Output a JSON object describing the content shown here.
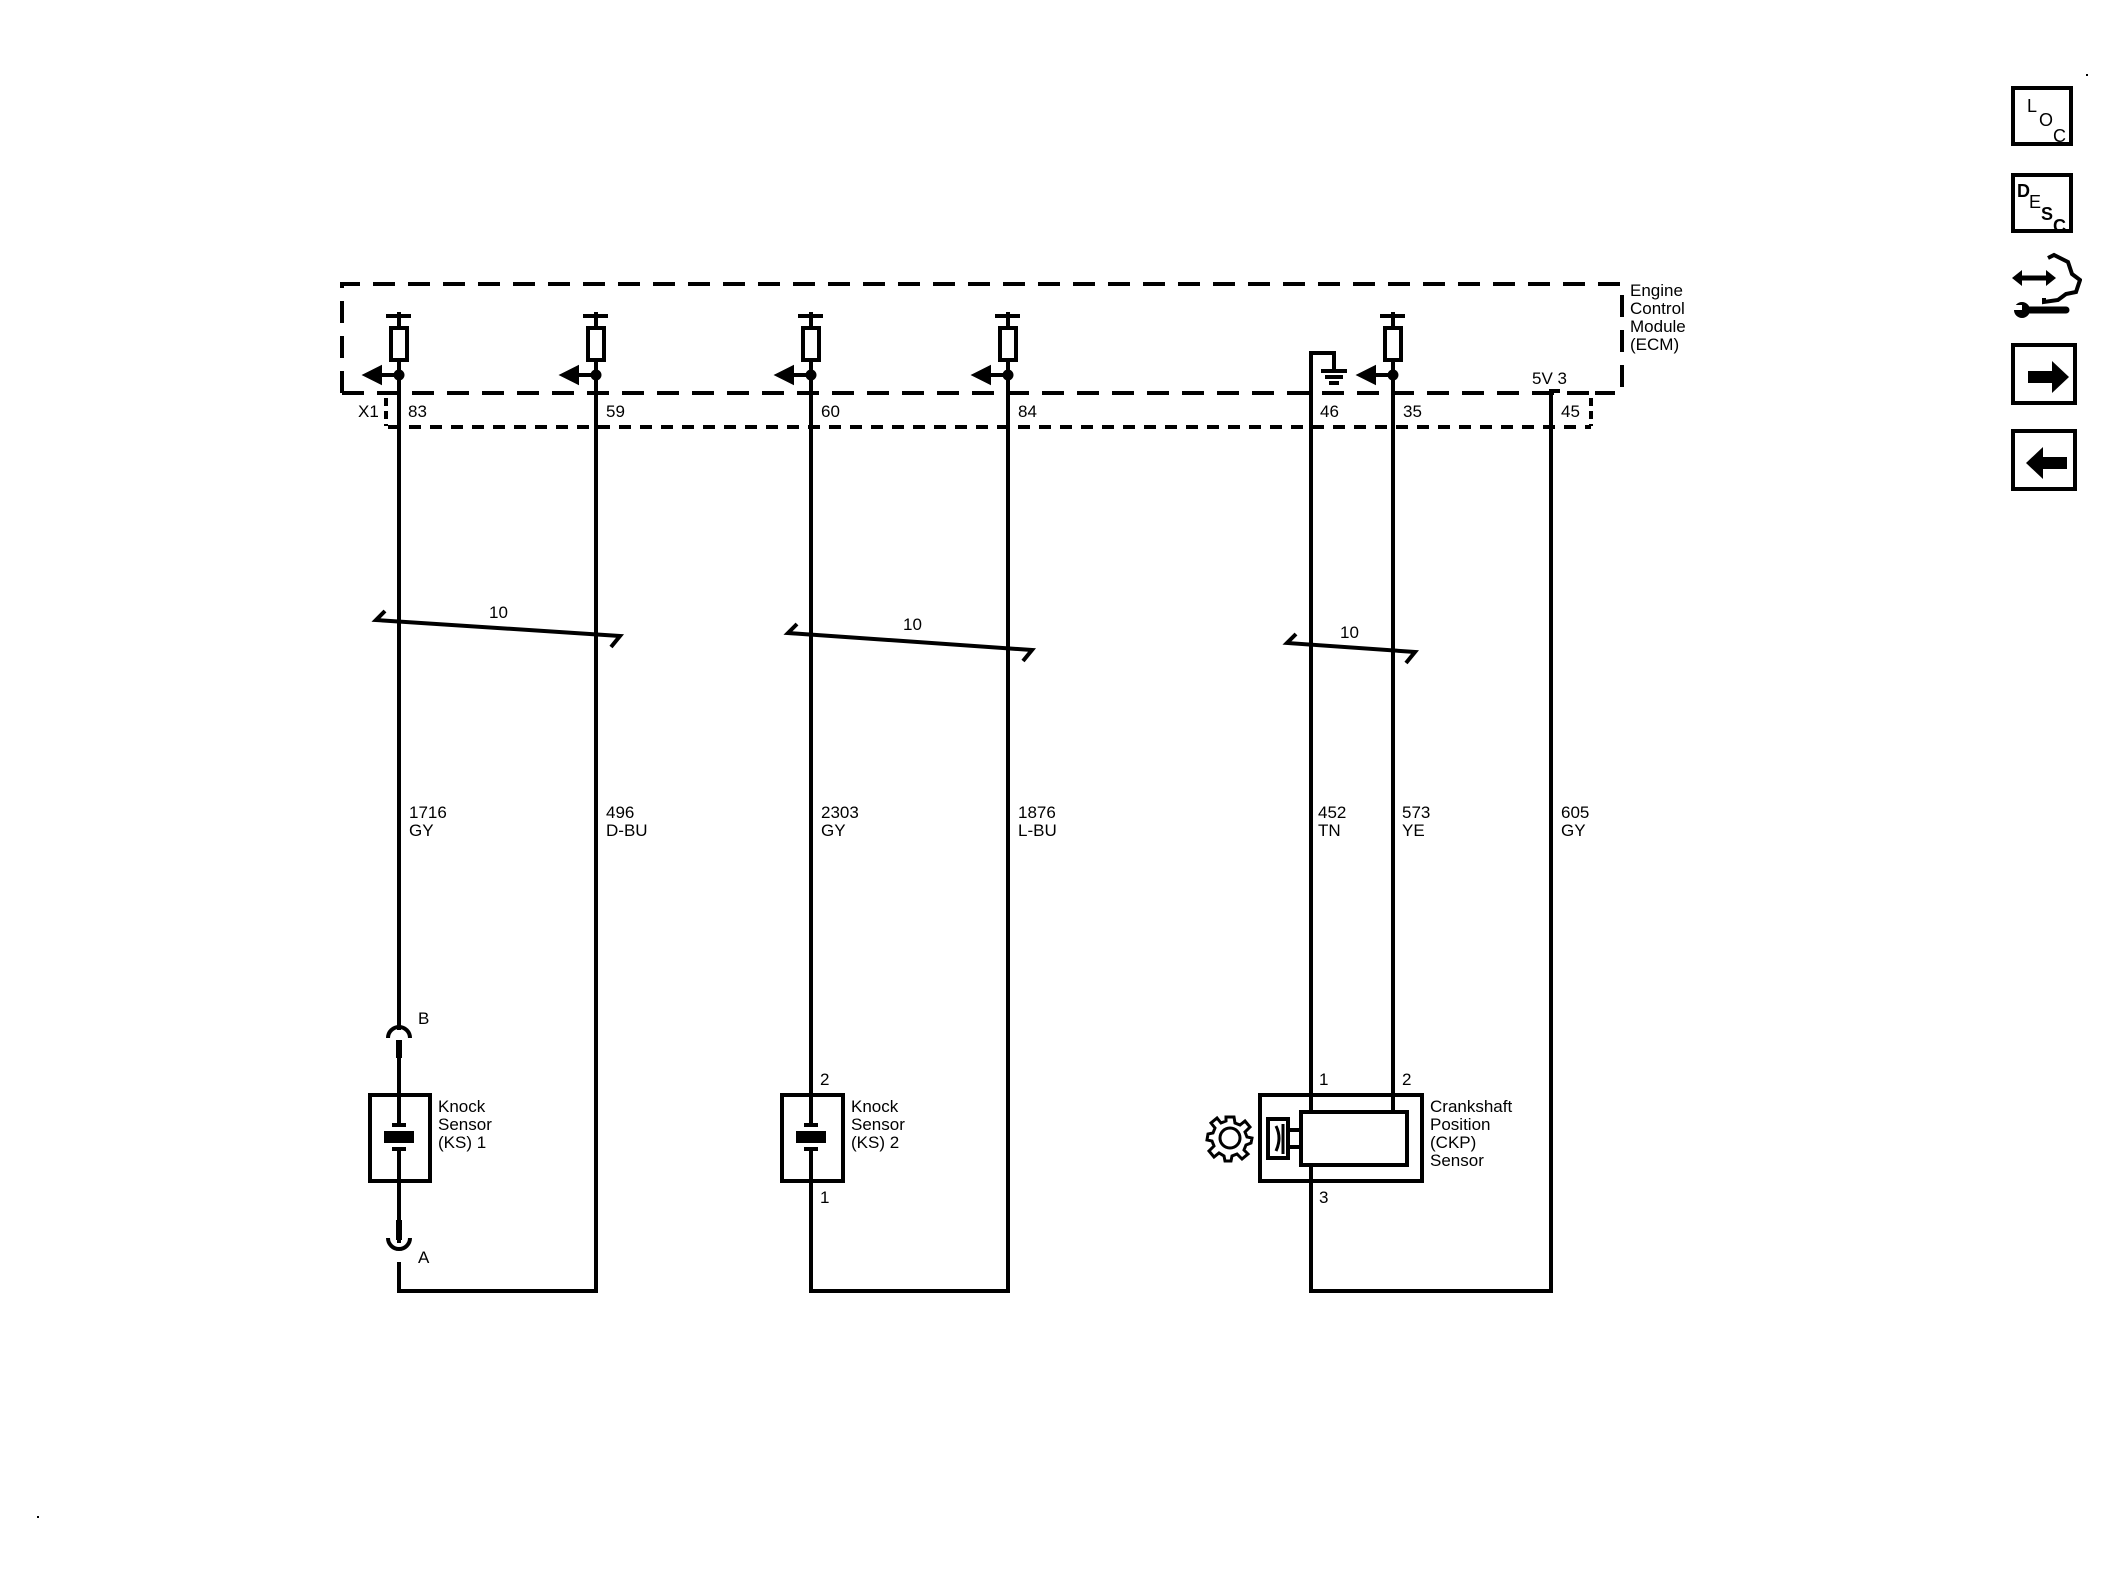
{
  "module": {
    "name_lines": [
      "Engine",
      "Control",
      "Module",
      "(ECM)"
    ],
    "connector": "X1",
    "supply_label": "5V 3"
  },
  "circuits": [
    {
      "pin": "83",
      "circuit": "1716",
      "color": "GY"
    },
    {
      "pin": "59",
      "circuit": "496",
      "color": "D-BU"
    },
    {
      "pin": "60",
      "circuit": "2303",
      "color": "GY"
    },
    {
      "pin": "84",
      "circuit": "1876",
      "color": "L-BU"
    },
    {
      "pin": "46",
      "circuit": "452",
      "color": "TN"
    },
    {
      "pin": "35",
      "circuit": "573",
      "color": "YE"
    },
    {
      "pin": "45",
      "circuit": "605",
      "color": "GY"
    }
  ],
  "twisted_pairs": [
    {
      "label": "10"
    },
    {
      "label": "10"
    },
    {
      "label": "10"
    }
  ],
  "components": {
    "ks1": {
      "name_lines": [
        "Knock",
        "Sensor",
        "(KS) 1"
      ],
      "terminal_top": "B",
      "terminal_bottom": "A"
    },
    "ks2": {
      "name_lines": [
        "Knock",
        "Sensor",
        "(KS) 2"
      ],
      "terminal_top": "2",
      "terminal_bottom": "1"
    },
    "ckp": {
      "name_lines": [
        "Crankshaft",
        "Position",
        "(CKP)",
        "Sensor"
      ],
      "terminal_1": "1",
      "terminal_2": "2",
      "terminal_3": "3"
    }
  },
  "nav": {
    "loc": {
      "letters": [
        "L",
        "O",
        "C"
      ]
    },
    "desc": {
      "letters": [
        "D",
        "E",
        "S",
        "C"
      ]
    },
    "tool_icon": "component-wrench-icon",
    "next_icon": "arrow-right-icon",
    "prev_icon": "arrow-left-icon"
  }
}
